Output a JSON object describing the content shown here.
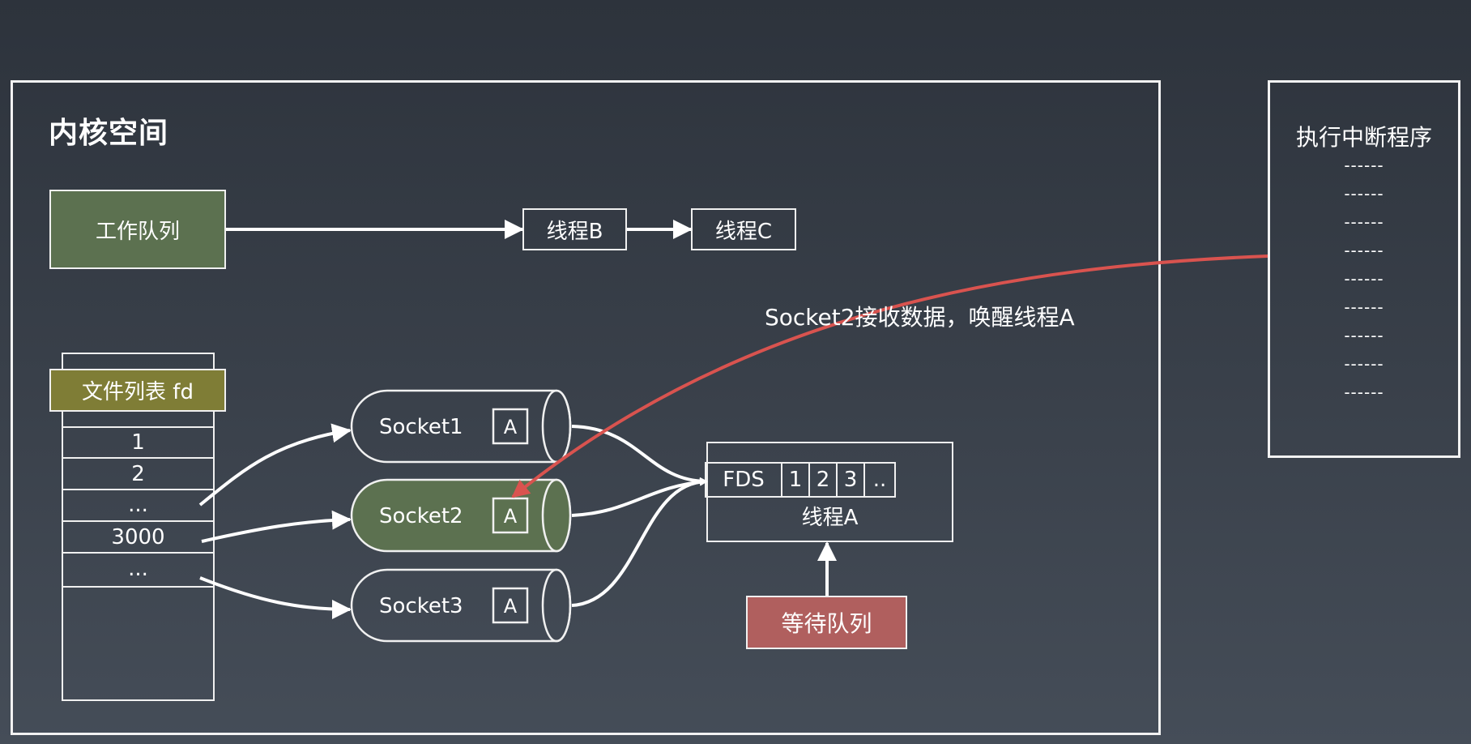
{
  "kernel": {
    "title": "内核空间"
  },
  "work_queue": {
    "label": "工作队列",
    "color": "#5c7150"
  },
  "threads": {
    "b": "线程B",
    "c": "线程C",
    "a": "线程A"
  },
  "fd_table": {
    "label": "文件列表 fd",
    "label_color": "#7f7d36",
    "rows": [
      "1",
      "2",
      "...",
      "3000",
      "..."
    ]
  },
  "sockets": [
    {
      "name": "Socket1",
      "tag": "A",
      "highlighted": false
    },
    {
      "name": "Socket2",
      "tag": "A",
      "highlighted": true,
      "highlight_color": "#5c7150"
    },
    {
      "name": "Socket3",
      "tag": "A",
      "highlighted": false
    }
  ],
  "fds": {
    "label": "FDS",
    "cells": [
      "1",
      "2",
      "3",
      ".."
    ]
  },
  "wait_queue": {
    "label": "等待队列",
    "color": "#b05f5e"
  },
  "interrupt": {
    "title": "执行中断程序",
    "lines": [
      "------",
      "------",
      "------",
      "------",
      "------",
      "------",
      "------",
      "------",
      "------"
    ]
  },
  "wake_annotation": {
    "text": "Socket2接收数据，唤醒线程A",
    "arrow_color": "#d9534f"
  }
}
